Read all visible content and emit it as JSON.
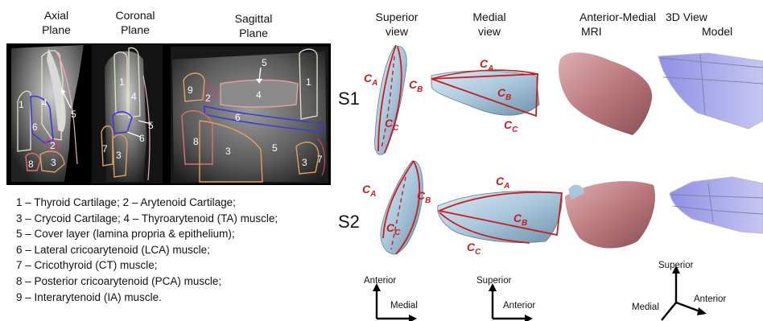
{
  "headers": {
    "axial": [
      "Axial",
      "Plane"
    ],
    "coronal": [
      "Coronal",
      "Plane"
    ],
    "sagittal": [
      "Sagittal",
      "Plane"
    ],
    "superior": [
      "Superior",
      "view"
    ],
    "medial": [
      "Medial",
      "view"
    ],
    "anterior_medial": "Anterior-Medial",
    "mri": "MRI",
    "view3d": "3D View",
    "model": "Model"
  },
  "rows": [
    "S1",
    "S2"
  ],
  "mri_labels": {
    "axial": [
      "1",
      "4",
      "5",
      "6",
      "2",
      "8",
      "3"
    ],
    "coronal": [
      "1",
      "4",
      "5",
      "6",
      "7",
      "3"
    ],
    "sagittal": [
      "5",
      "9",
      "2",
      "4",
      "1",
      "6",
      "8",
      "3",
      "5",
      "3",
      "7"
    ]
  },
  "curve_labels": {
    "a": "A",
    "b": "B",
    "c": "C",
    "prefix": "C"
  },
  "legend": [
    "1 – Thyroid Cartilage;  2 – Arytenoid Cartilage;",
    "3 – Crycoid Cartilage;  4 – Thyroarytenoid (TA) muscle;",
    "5 – Cover layer (lamina propria  & epithelium);",
    "6 – Lateral cricoarytenoid (LCA) muscle;",
    "7 – Cricothyroid  (CT) muscle;",
    "8 – Posterior cricoarytenoid  (PCA) muscle;",
    "9 – Interarytenoid (IA) muscle."
  ],
  "axes": {
    "superior_view": {
      "up": "Anterior",
      "right": "Medial"
    },
    "medial_view": {
      "up": "Superior",
      "right": "Anterior"
    },
    "model_view": {
      "up": "Superior",
      "right": "Anterior",
      "left": "Medial"
    }
  },
  "colors": {
    "curve": "#c41e1e",
    "tissue": "#a9c7dc",
    "mri_fold": "#b46a6e",
    "model": "#a8a8ea"
  }
}
